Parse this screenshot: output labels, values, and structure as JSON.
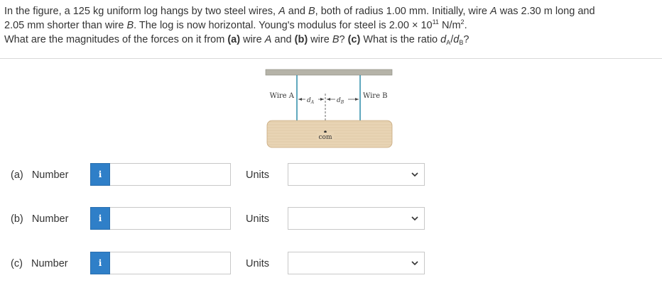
{
  "question": {
    "line1_a": "In the figure, a 125 kg uniform log hangs by two steel wires, ",
    "wire_a": "A",
    "line1_and": " and ",
    "wire_b": "B",
    "line1_b": ", both of radius 1.00 mm. Initially, wire ",
    "wire_a2": "A",
    "line1_c": " was 2.30 m long and",
    "line2_a": "2.05 mm shorter than wire ",
    "wire_b2": "B",
    "line2_b": ". The log is now horizontal. Young's modulus for steel is 2.00 × 10",
    "exp": "11",
    "line2_c": " N/m",
    "sq": "2",
    "line2_d": ".",
    "line3_a": "What are the magnitudes of the forces on it from ",
    "pa": "(a)",
    "line3_b": " wire ",
    "wire_a3": "A",
    "line3_c": " and ",
    "pb": "(b)",
    "line3_d": " wire ",
    "wire_b3": "B",
    "line3_e": "? ",
    "pc": "(c)",
    "line3_f": " What is the ratio ",
    "da": "d",
    "da_sub": "A",
    "slash": "/",
    "db": "d",
    "db_sub": "B",
    "line3_g": "?"
  },
  "figure": {
    "wire_a_label": "Wire A",
    "wire_b_label": "Wire B",
    "da_label": "d",
    "da_sub": "A",
    "db_label": "d",
    "db_sub": "B",
    "com_label": "com"
  },
  "rows": [
    {
      "part": "(a)",
      "label": "Number",
      "info": "i",
      "value": "",
      "units_label": "Units",
      "units_value": ""
    },
    {
      "part": "(b)",
      "label": "Number",
      "info": "i",
      "value": "",
      "units_label": "Units",
      "units_value": ""
    },
    {
      "part": "(c)",
      "label": "Number",
      "info": "i",
      "value": "",
      "units_label": "Units",
      "units_value": ""
    }
  ],
  "colors": {
    "info_button": "#2f7fc8",
    "wire": "#2a8aa8",
    "ceiling": "#b5b3a8",
    "log": "#e8d4b4"
  }
}
